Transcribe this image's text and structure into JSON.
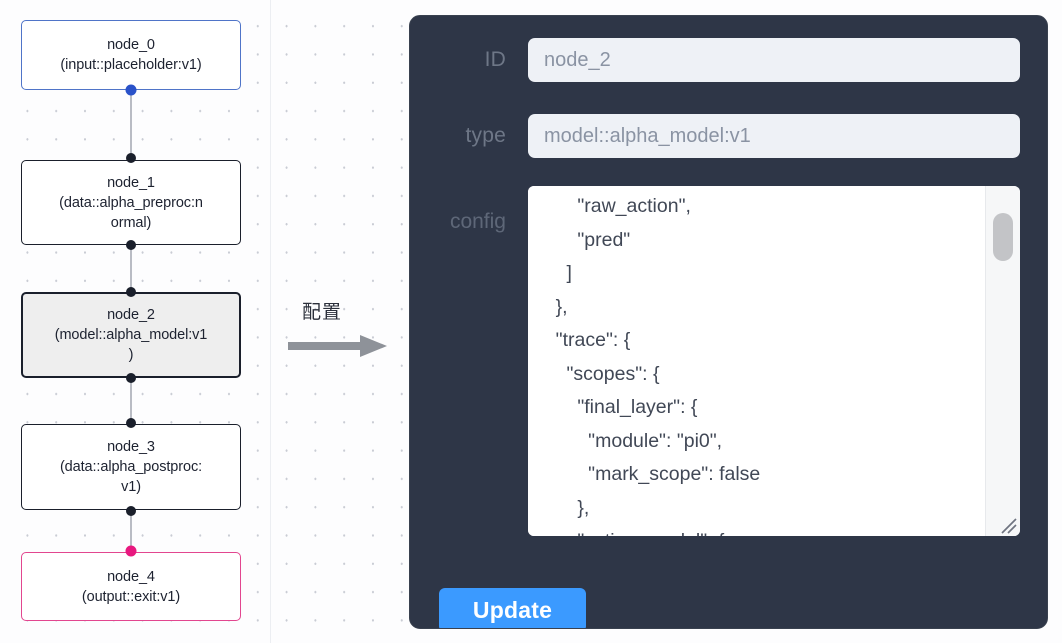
{
  "graph": {
    "nodes": [
      {
        "id": "node_0",
        "type": "(input::placeholder:v1)",
        "role": "input"
      },
      {
        "id": "node_1",
        "type": "(data::alpha_preproc:normal)",
        "role": "default"
      },
      {
        "id": "node_2",
        "type": "(model::alpha_model:v1)",
        "role": "selected"
      },
      {
        "id": "node_3",
        "type": "(data::alpha_postproc:v1)",
        "role": "default"
      },
      {
        "id": "node_4",
        "type": "(output::exit:v1)",
        "role": "output"
      }
    ],
    "node_labels": [
      "node_0\n(input::placeholder:v1)",
      "node_1\n(data::alpha_preproc:n\normal)",
      "node_2\n(model::alpha_model:v1\n)",
      "node_3\n(data::alpha_postproc:\nv1)",
      "node_4\n(output::exit:v1)"
    ],
    "colors": {
      "input_border": "#4f74c8",
      "output_border": "#e2468f",
      "default_border": "#1a1f2b",
      "selected_fill": "#eeeeee",
      "edge": "#b9bcc4",
      "handle": "#1a1f2b",
      "handle_input": "#2a52c9",
      "handle_output": "#e8187f"
    }
  },
  "transition": {
    "label": "配置",
    "arrow_icon": "arrow-right-icon",
    "arrow_color": "#8e9299"
  },
  "panel": {
    "background": "#2e3647",
    "fields": [
      {
        "name": "id",
        "label": "ID",
        "value": "node_2"
      },
      {
        "name": "type",
        "label": "type",
        "value": "model::alpha_model:v1"
      }
    ],
    "id_label": "ID",
    "id_value": "node_2",
    "type_label": "type",
    "type_value": "model::alpha_model:v1",
    "config_label": "config",
    "config_value": "        \"raw_action\",\n        \"pred\"\n      ]\n    },\n    \"trace\": {\n      \"scopes\": {\n        \"final_layer\": {\n          \"module\": \"pi0\",\n          \"mark_scope\": false\n        },\n        \"action_model\": {",
    "scrollbar": {
      "name": "config-scrollbar",
      "thumb_color": "#c3c4c7"
    },
    "resize_handle_icon": "resize-grip-icon",
    "update_label": "Update",
    "update_color": "#3b9aff"
  }
}
